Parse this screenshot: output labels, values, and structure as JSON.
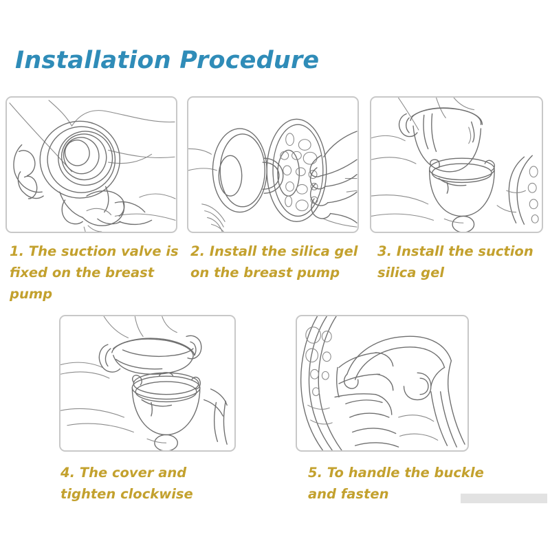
{
  "page": {
    "title": "Installation Procedure",
    "title_color": "#2f8cb8",
    "caption_color": "#c3a12e",
    "background_color": "#ffffff",
    "panel_border_color": "#c8c8c8",
    "bottom_bar_color": "#e2e2e2"
  },
  "steps": [
    {
      "number": "1",
      "caption": "1. The suction valve is fixed on the breast pump",
      "illustration": "hands-attaching-suction-valve-to-breast-pump-flange"
    },
    {
      "number": "2",
      "caption": "2. Install the silica gel on the breast pump",
      "illustration": "hand-holding-perforated-silicone-massage-cushion-next-to-breast-shield"
    },
    {
      "number": "3",
      "caption": "3. Install the suction silica gel",
      "illustration": "hands-placing-silicone-suction-bowl-into-pump-body"
    },
    {
      "number": "4",
      "caption": "4. The cover and tighten clockwise",
      "illustration": "hands-placing-cover-on-pump-body-and-turning-clockwise"
    },
    {
      "number": "5",
      "caption": "5. To handle the buckle and fasten",
      "illustration": "handle-lever-being-buckled-and-fastened-onto-pump"
    }
  ]
}
